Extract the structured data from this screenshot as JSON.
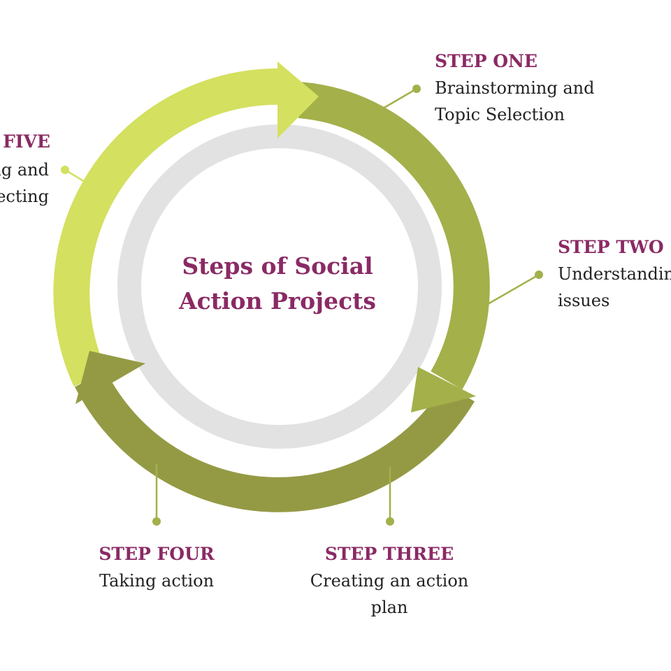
{
  "diagram": {
    "center_title_line1": "Steps of Social",
    "center_title_line2": "Action Projects",
    "colors": {
      "light_ring": "#d4e05f",
      "dark_ring": "#a4b04a",
      "darker_ring": "#949a44",
      "inner_gray": "#e2e2e2",
      "connector": "#a4b04a",
      "heading": "#8a2a64",
      "text": "#222222"
    },
    "steps": [
      {
        "heading": "STEP ONE",
        "line1": "Brainstorming and",
        "line2": "Topic Selection"
      },
      {
        "heading": "STEP TWO",
        "line1": "Understanding",
        "line2": "issues"
      },
      {
        "heading": "STEP THREE",
        "line1": "Creating an action",
        "line2": "plan"
      },
      {
        "heading": "STEP FOUR",
        "line1": "Taking action",
        "line2": ""
      },
      {
        "heading": "STEP FIVE",
        "line1": "Reflecting and",
        "line2": "Reflecting"
      }
    ]
  }
}
